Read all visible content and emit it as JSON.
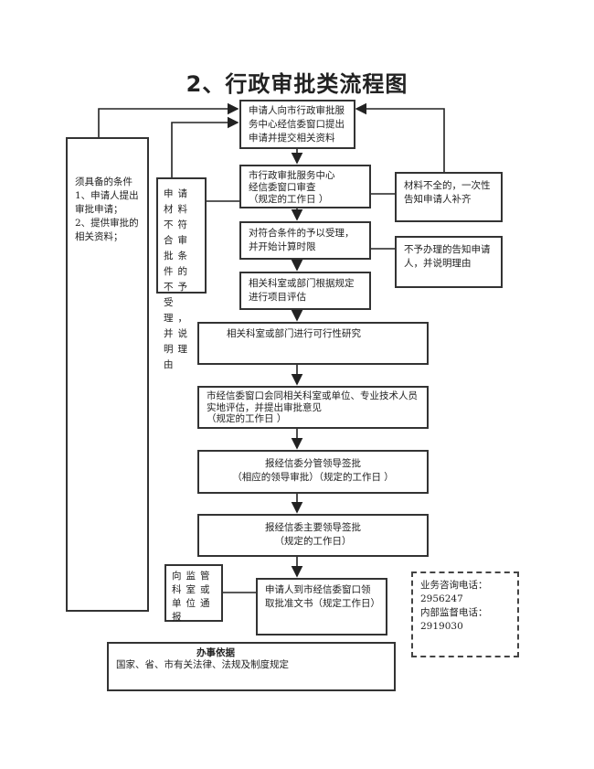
{
  "title": "2、行政审批类流程图",
  "steps": [
    "申请人向市行政审批服务中心经信委窗口提出申请并提交相关资料",
    "市行政审批服务中心\n经信委窗口审查\n（规定的工作日 ）",
    "对符合条件的予以受理，并开始计算时限",
    "相关科室或部门根据规定进行项目评估",
    "相关科室或部门进行可行性研究",
    "市经信委窗口会同相关科室或单位、专业技术人员实地评估，并提出审批意见\n（规定的工作日 ）",
    "报经信委分管领导签批\n（相应的领导审批）（规定的工作日 ）",
    "报经信委主要领导签批\n（规定的工作日）",
    "申请人到市经信委窗口领取批准文书（规定工作日）"
  ],
  "conditions": {
    "heading": "须具备的条件",
    "items": [
      "1、申请人提出审批申请；",
      "2、提供审批的相关资料；"
    ]
  },
  "reject": "申请材料不符合审批条件的不予受理，并说明理由",
  "incomplete": "材料不全的，一次性告知申请人补齐",
  "not_handled": "不予办理的告知申请人，并说明理由",
  "notify": "向监管科室或单位通报",
  "contact": {
    "consult_label": "业务咨询电话：",
    "consult_phone": "2956247",
    "supervise_label": "内部监督电话：",
    "supervise_phone": "2919030"
  },
  "basis": {
    "heading": "办事依据",
    "text": "国家、省、市有关法律、法规及制度规定"
  }
}
